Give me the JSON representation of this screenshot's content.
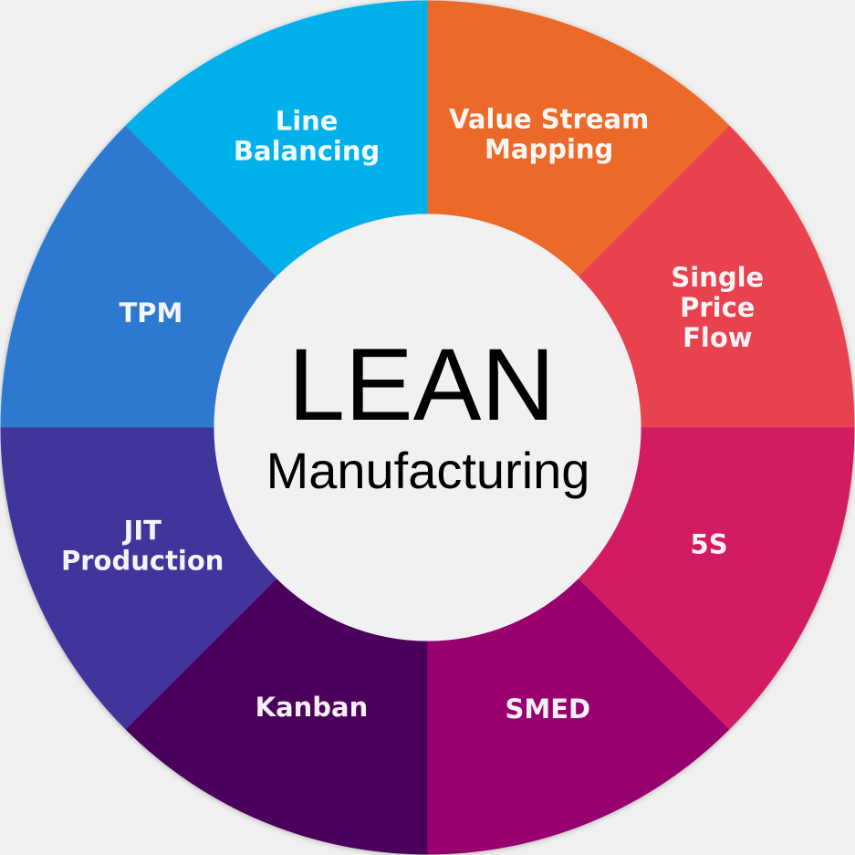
{
  "diagram": {
    "center": {
      "title": "LEAN",
      "subtitle": "Manufacturing",
      "color": "#f1f1f2"
    },
    "background_color": "#f0f0f1",
    "segments": [
      {
        "lines": [
          "Line",
          "Balancing"
        ],
        "color": "#00b0ea"
      },
      {
        "lines": [
          "Value Stream",
          "Mapping"
        ],
        "color": "#eb6b2a"
      },
      {
        "lines": [
          "Single",
          "Price",
          "Flow"
        ],
        "color": "#e94350"
      },
      {
        "lines": [
          "5S"
        ],
        "color": "#d11e62"
      },
      {
        "lines": [
          "SMED"
        ],
        "color": "#98006f"
      },
      {
        "lines": [
          "Kanban"
        ],
        "color": "#4b005b"
      },
      {
        "lines": [
          "JIT",
          "Production"
        ],
        "color": "#40359a"
      },
      {
        "lines": [
          "TPM"
        ],
        "color": "#2e79d0"
      }
    ]
  }
}
